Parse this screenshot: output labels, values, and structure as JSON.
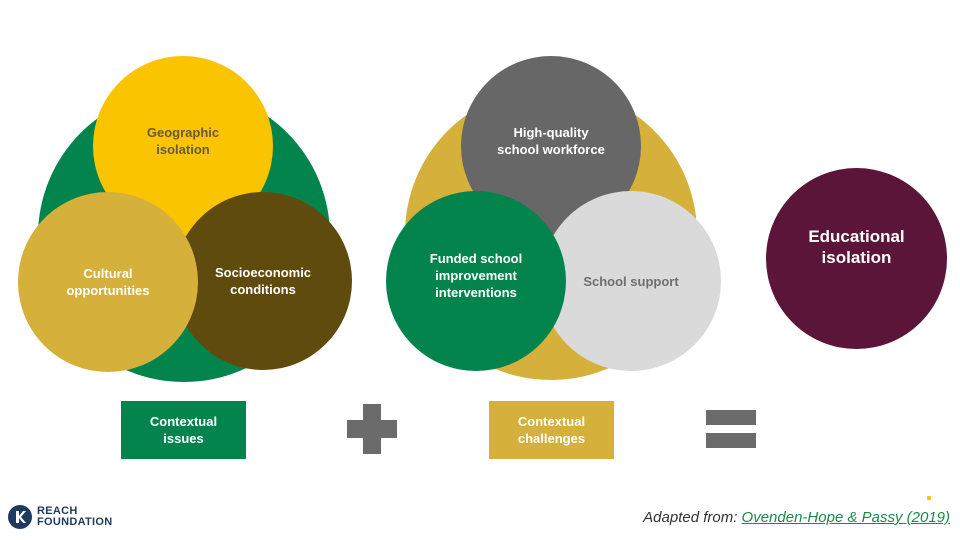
{
  "left_cluster": {
    "geographic": "Geographic\nisolation",
    "cultural": "Cultural\nopportunities",
    "socioeconomic": "Socioeconomic\nconditions"
  },
  "middle_cluster": {
    "workforce": "High-quality\nschool workforce",
    "funded": "Funded school\nimprovement\ninterventions",
    "support": "School support"
  },
  "result": "Educational\nisolation",
  "boxes": {
    "contextual_issues": "Contextual\nissues",
    "contextual_challenges": "Contextual\nchallenges"
  },
  "footer": {
    "logo_text": "REACH\nFOUNDATION",
    "credit_prefix": "Adapted from: ",
    "credit_link": "Ovenden-Hope & Passy (2019)"
  },
  "colors": {
    "green": "#03844d",
    "yellow": "#fbc400",
    "gold": "#d5b03b",
    "brown": "#604b0e",
    "gray_dark": "#676767",
    "gray_light": "#dadada",
    "maroon": "#5b1539"
  }
}
